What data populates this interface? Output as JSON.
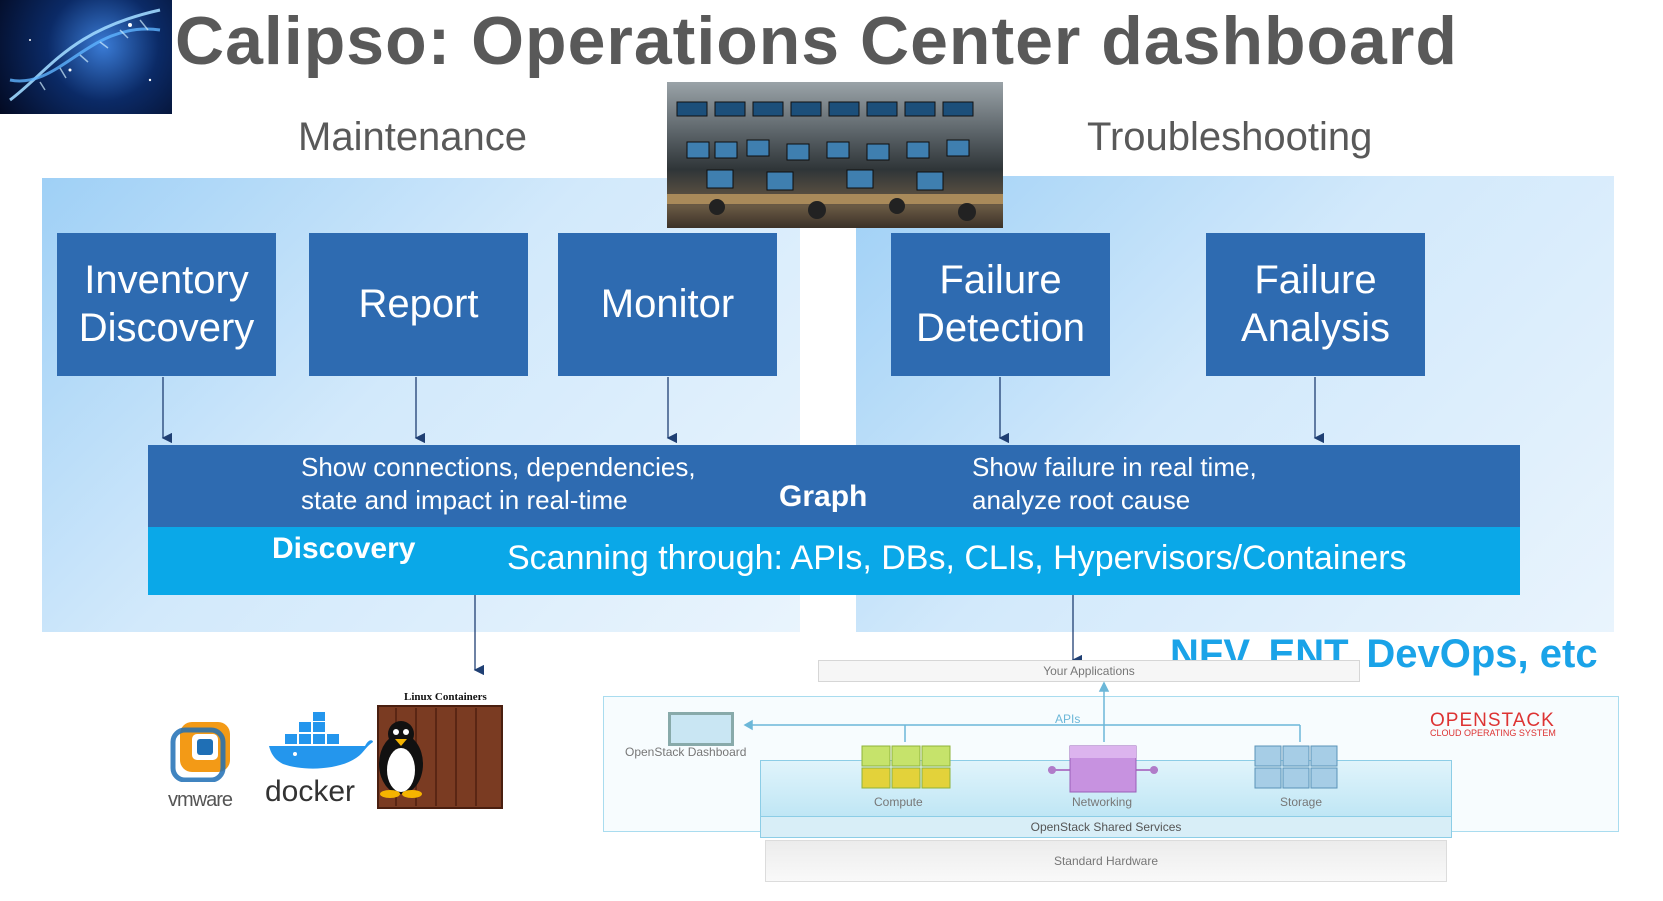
{
  "title": "Calipso: Operations Center dashboard",
  "sections": {
    "maintenance": "Maintenance",
    "troubleshooting": "Troubleshooting"
  },
  "boxes": [
    {
      "label": "Inventory\nDiscovery"
    },
    {
      "label": "Report"
    },
    {
      "label": "Monitor"
    },
    {
      "label": "Failure\nDetection"
    },
    {
      "label": "Failure\nAnalysis"
    }
  ],
  "graph": {
    "left_text": "Show connections, dependencies,\nstate and impact in real-time",
    "label": "Graph",
    "right_text": "Show failure in real time,\nanalyze root cause"
  },
  "discovery": {
    "label": "Discovery",
    "text": "Scanning through: APIs, DBs, CLIs, Hypervisors/Containers"
  },
  "use_cases": "NFV, ENT, DevOps, etc",
  "containers": {
    "caption": "Linux Containers",
    "vmware": "vmware",
    "docker": "docker"
  },
  "openstack": {
    "your_apps": "Your Applications",
    "apis": "APIs",
    "logo": "OPENSTACK",
    "logo_sub": "CLOUD OPERATING SYSTEM",
    "dashboard": "OpenStack Dashboard",
    "compute": "Compute",
    "networking": "Networking",
    "storage": "Storage",
    "shared_services": "OpenStack Shared Services",
    "hardware": "Standard Hardware"
  },
  "colors": {
    "box_blue": "#2e6bb1",
    "discovery_cyan": "#0aa8e8",
    "use_case_blue": "#1aa3e8",
    "title_gray": "#595959"
  }
}
